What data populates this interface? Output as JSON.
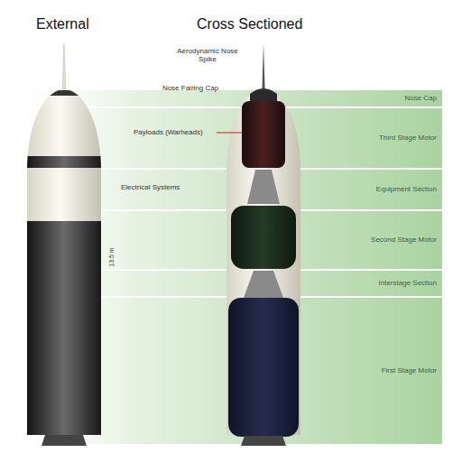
{
  "diagram": {
    "nodes": [
      {
        "text": [
          "Nose Cap"
        ]
      },
      {
        "text": [
          "Third Stage Motor"
        ]
      },
      {
        "text": [
          "Equipment Section"
        ]
      },
      {
        "text": [
          "Second Stage Motor"
        ]
      },
      {
        "text": [
          "Interstage Section"
        ]
      },
      {
        "text": [
          "First Stage Motor"
        ]
      }
    ],
    "labels": [
      "External",
      "Cross Sectioned",
      "Aerodynamic Nose Spike",
      "Nose Fairing Cap",
      "Payloads (Warheads)",
      "Electrical Systems",
      "13.5 m"
    ]
  }
}
